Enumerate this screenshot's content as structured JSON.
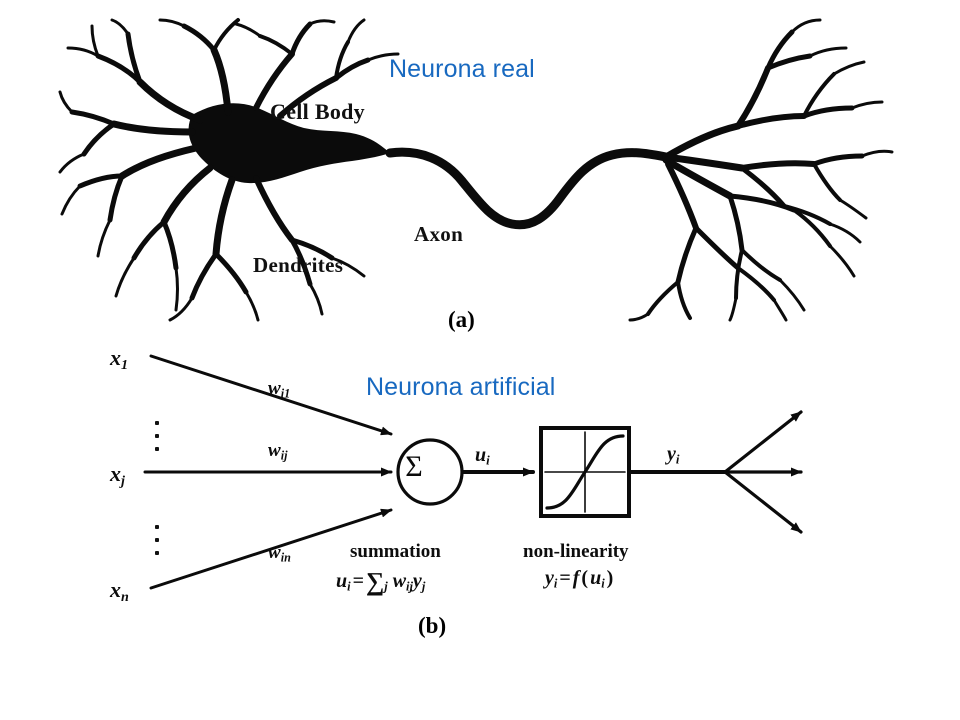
{
  "slide": {
    "background_color": "#ffffff",
    "accent_color": "#1869c0",
    "ink_color": "#000000"
  },
  "captions": {
    "biological": "Neurona real",
    "artificial": "Neurona artificial"
  },
  "biological_figure": {
    "marker": "(a)",
    "labels": {
      "cell_body": "Cell Body",
      "axon": "Axon",
      "dendrites": "Dendrites"
    },
    "parts": [
      "dendritic-tree",
      "soma",
      "axon",
      "axon-terminal-arborization"
    ]
  },
  "artificial_figure": {
    "marker": "(b)",
    "inputs": [
      {
        "label_base": "x",
        "label_sub": "1"
      },
      {
        "label_base": "x",
        "label_sub": "j"
      },
      {
        "label_base": "x",
        "label_sub": "n"
      }
    ],
    "weights": [
      {
        "label_base": "w",
        "label_sub": "i1"
      },
      {
        "label_base": "w",
        "label_sub": "ij"
      },
      {
        "label_base": "w",
        "label_sub": "in"
      }
    ],
    "ellipsis_dots": 3,
    "summation_node": {
      "glyph": "Σ",
      "caption": "summation",
      "equation_lhs": "u",
      "equation_lhs_sub": "i",
      "equation_rhs": "w",
      "equation_rhs_sub": "ij",
      "equation_rhs2": "y",
      "equation_rhs2_sub": "j",
      "sum_symbol": "∑",
      "sum_index": "j"
    },
    "net_input": {
      "label_base": "u",
      "label_sub": "i"
    },
    "activation_block": {
      "caption": "non-linearity",
      "shape": "sigmoid",
      "equation_lhs": "y",
      "equation_lhs_sub": "i",
      "equation_fn": "f",
      "equation_arg": "u",
      "equation_arg_sub": "i"
    },
    "output": {
      "label_base": "y",
      "label_sub": "i"
    },
    "output_branches": 3
  }
}
